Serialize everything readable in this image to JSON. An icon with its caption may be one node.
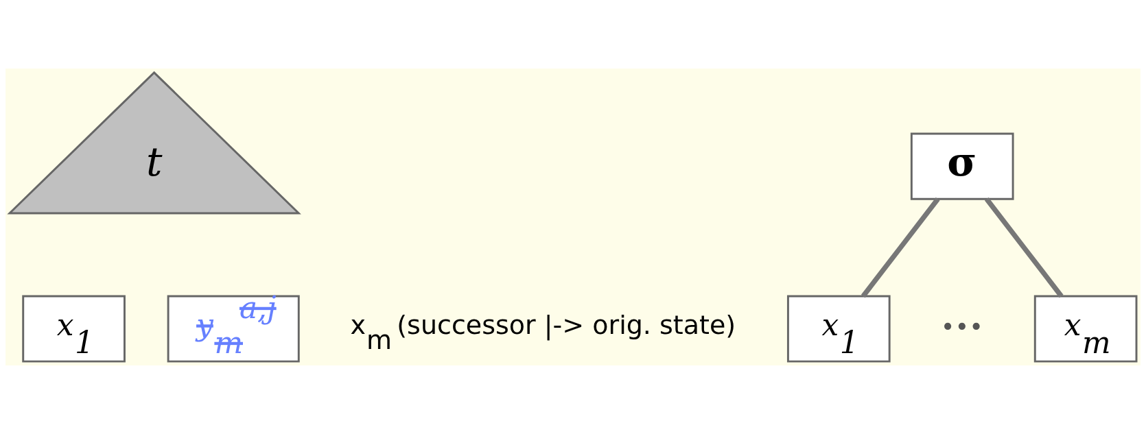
{
  "diagram": {
    "nodes": [
      {
        "text": [
          "t"
        ]
      },
      {
        "text": [
          "x$_{1}$"
        ]
      },
      {
        "text": [
          "y$_{m}$$^{a,j}$"
        ],
        "beside": [
          "x$_{m}$ (successor |-> orig. state)"
        ]
      },
      {
        "text": [
          "σ"
        ]
      },
      {
        "text": [
          "x$_{1}$"
        ]
      },
      {
        "text": [
          "x$_{m}$"
        ]
      }
    ],
    "edges": [
      {
        "from": 3,
        "to": 4,
        "arrow": "none"
      },
      {
        "from": 3,
        "to": 5,
        "arrow": "none"
      }
    ],
    "labels": [
      "•••"
    ]
  }
}
